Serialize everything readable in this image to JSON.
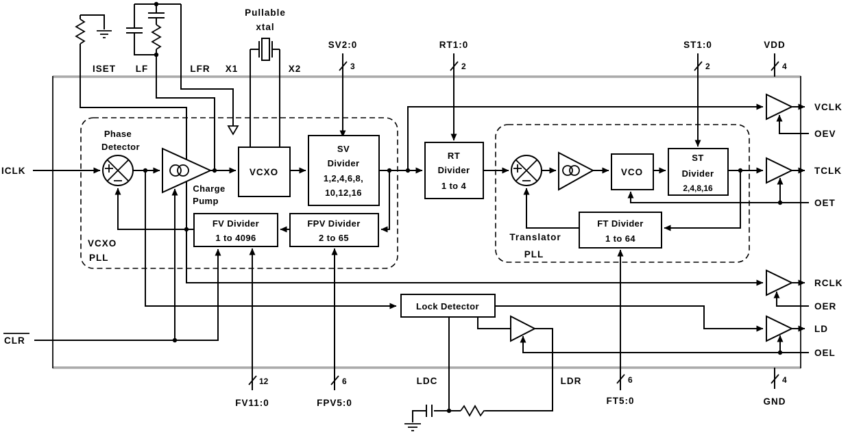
{
  "pins": {
    "left": {
      "iclk": "ICLK",
      "clr": "CLR"
    },
    "top": {
      "iset": "ISET",
      "lf": "LF",
      "lfr": "LFR",
      "x1": "X1",
      "x2": "X2",
      "sv": "SV2:0",
      "rt": "RT1:0",
      "st": "ST1:0",
      "vdd": "VDD"
    },
    "right": {
      "vclk": "VCLK",
      "oev": "OEV",
      "tclk": "TCLK",
      "oet": "OET",
      "rclk": "RCLK",
      "oer": "OER",
      "ld": "LD",
      "oel": "OEL"
    },
    "bottom": {
      "fv": "FV11:0",
      "fpv": "FPV5:0",
      "ldc": "LDC",
      "ldr": "LDR",
      "ft": "FT5:0",
      "gnd": "GND"
    }
  },
  "bus_widths": {
    "sv": "3",
    "rt": "2",
    "st": "2",
    "vdd": "4",
    "fv": "12",
    "fpv": "6",
    "ft": "6",
    "gnd": "4"
  },
  "xtal": {
    "l1": "Pullable",
    "l2": "xtal"
  },
  "blocks": {
    "phase_detector": {
      "l1": "Phase",
      "l2": "Detector"
    },
    "charge_pump": {
      "l1": "Charge",
      "l2": "Pump"
    },
    "vcxo": {
      "label": "VCXO"
    },
    "sv_divider": {
      "l1": "SV",
      "l2": "Divider",
      "l3": "1,2,4,6,8,",
      "l4": "10,12,16"
    },
    "fv_divider": {
      "l1": "FV Divider",
      "l2": "1 to 4096"
    },
    "fpv_divider": {
      "l1": "FPV Divider",
      "l2": "2 to 65"
    },
    "rt_divider": {
      "l1": "RT",
      "l2": "Divider",
      "l3": "1 to 4"
    },
    "vco": {
      "label": "VCO"
    },
    "st_divider": {
      "l1": "ST",
      "l2": "Divider",
      "l3": "2,4,8,16"
    },
    "ft_divider": {
      "l1": "FT Divider",
      "l2": "1 to 64"
    },
    "lock_detector": {
      "label": "Lock Detector"
    }
  },
  "regions": {
    "vcxo_pll": {
      "l1": "VCXO",
      "l2": "PLL"
    },
    "translator_pll": {
      "l1": "Translator",
      "l2": "PLL"
    }
  },
  "colors": {
    "line": "#000000",
    "chip_border_horizontal": "#a9a9a9",
    "chip_border_vertical": "#222222",
    "background": "#ffffff",
    "text": "#000000"
  }
}
